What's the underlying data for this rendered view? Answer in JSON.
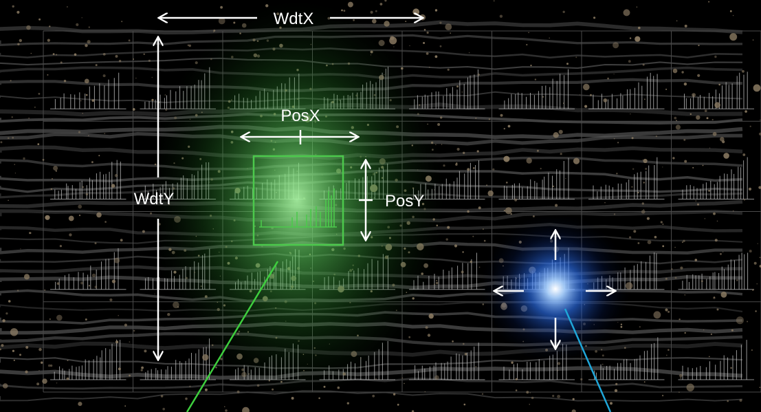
{
  "labels": {
    "width_x": "WdtX",
    "width_y": "WdtY",
    "position_x": "PosX",
    "position_y": "PosY"
  },
  "colors": {
    "background": "#000000",
    "grid_line": "#4a4a4a",
    "wave": "#5a5a5a",
    "particle": "#8a7a62",
    "spectrum": "#c8c8c8",
    "green_glow": "#5fd35f",
    "green_box": "#4cc94c",
    "green_pointer": "#3ecf3e",
    "blue_glow": "#2f78ff",
    "blue_pointer": "#1fa6d8",
    "arrow": "#ffffff"
  },
  "grid": {
    "columns": 8,
    "rows": 4
  },
  "icons": {
    "move_cursor": "four-way-arrow-icon",
    "window_box": "selection-window-icon"
  }
}
